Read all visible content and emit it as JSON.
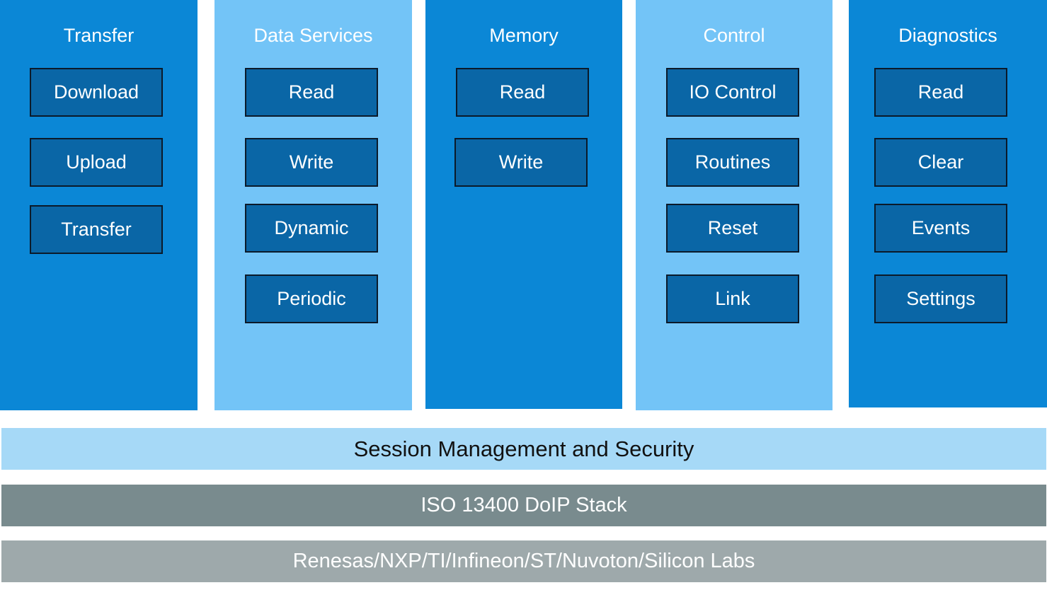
{
  "columns": [
    {
      "title": "Transfer",
      "items": [
        "Download",
        "Upload",
        "Transfer"
      ]
    },
    {
      "title": "Data Services",
      "items": [
        "Read",
        "Write",
        "Dynamic",
        "Periodic"
      ]
    },
    {
      "title": "Memory",
      "items": [
        "Read",
        "Write"
      ]
    },
    {
      "title": "Control",
      "items": [
        "IO Control",
        "Routines",
        "Reset",
        "Link"
      ]
    },
    {
      "title": "Diagnostics",
      "items": [
        "Read",
        "Clear",
        "Events",
        "Settings"
      ]
    }
  ],
  "layers": {
    "session": "Session Management and Security",
    "stack": "ISO 13400 DoIP Stack",
    "vendors": "Renesas/NXP/TI/Infineon/ST/Nuvoton/Silicon Labs"
  },
  "colors": {
    "column_dark": "#0b87d6",
    "column_light": "#73c4f7",
    "service_box": "#0a66a6",
    "session_layer": "#a6d9f7",
    "stack_layer": "#798b8e",
    "vendor_layer": "#9ea9ab"
  }
}
